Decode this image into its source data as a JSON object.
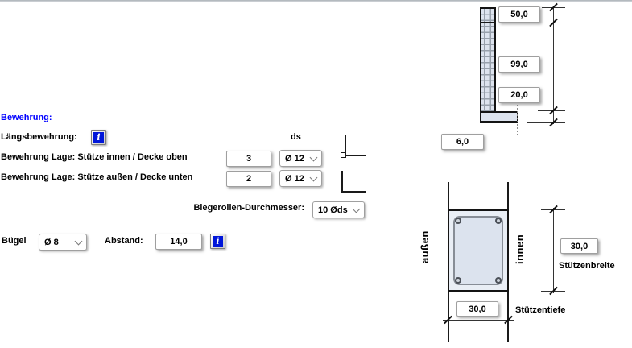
{
  "form": {
    "section_title": "Bewehrung:",
    "laengsbewehrung_label": "Längsbewehrung:",
    "info_glyph": "i",
    "ds_header": "ds",
    "rows": [
      {
        "label": "Bewehrung Lage: Stütze innen / Decke oben",
        "count": "3",
        "diameter": "Ø 12"
      },
      {
        "label": "Bewehrung Lage: Stütze außen / Decke unten",
        "count": "2",
        "diameter": "Ø 12"
      }
    ],
    "biegerollen_label": "Biegerollen-Durchmesser:",
    "biegerollen_value": "10 Øds",
    "buegel_label": "Bügel",
    "buegel_value": "Ø 8",
    "abstand_label": "Abstand:",
    "abstand_value": "14,0"
  },
  "wall_drawing": {
    "dim_top": "50,0",
    "dim_middle": "99,0",
    "dim_bottom": "20,0",
    "dim_offset": "6,0"
  },
  "column_drawing": {
    "label_outer": "außen",
    "label_inner": "innen",
    "dim_breite": "30,0",
    "breite_label": "Stützenbreite",
    "dim_tiefe": "30,0",
    "tiefe_label": "Stützentiefe"
  },
  "colors": {
    "accent_blue": "#0000ff",
    "info_icon_blue": "#0016d9",
    "section_fill": "#dde3ee",
    "line_black": "#141414"
  }
}
